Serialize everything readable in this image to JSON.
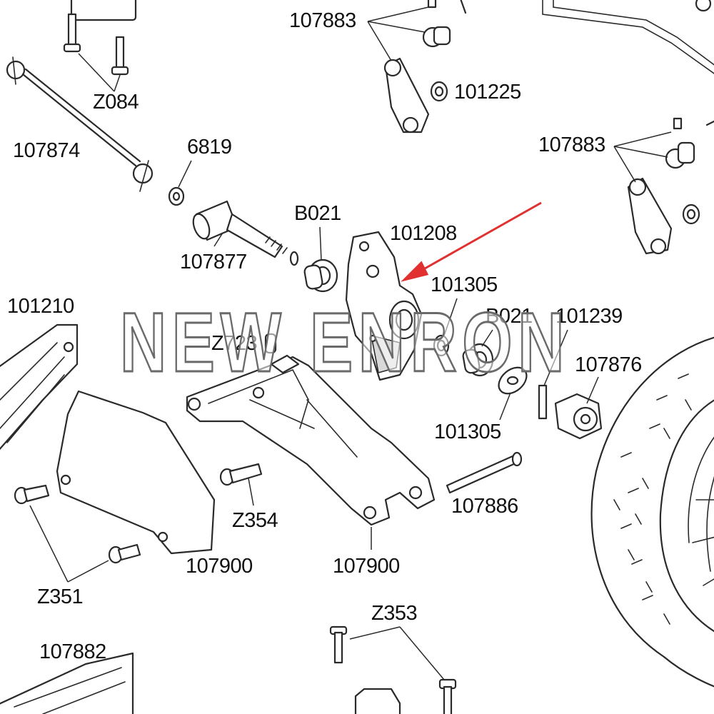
{
  "labels": {
    "p107883_top": "107883",
    "p107883_right": "107883",
    "z084": "Z084",
    "p101225": "101225",
    "p107874": "107874",
    "p6819": "6819",
    "b021_top": "B021",
    "p101208": "101208",
    "p107877": "107877",
    "p101305_top": "101305",
    "p101210": "101210",
    "b021_mid": "B021",
    "p101239": "101239",
    "z723": "Z723",
    "p107876": "107876",
    "p101305_bottom": "101305",
    "p107886": "107886",
    "z354": "Z354",
    "p107900_left": "107900",
    "p107900_right": "107900",
    "z351": "Z351",
    "z353": "Z353",
    "p107882": "107882"
  },
  "watermark": "NEW ENRON",
  "colors": {
    "line": "#2a2a2a",
    "arrow": "#e03030",
    "background": "#ffffff"
  }
}
